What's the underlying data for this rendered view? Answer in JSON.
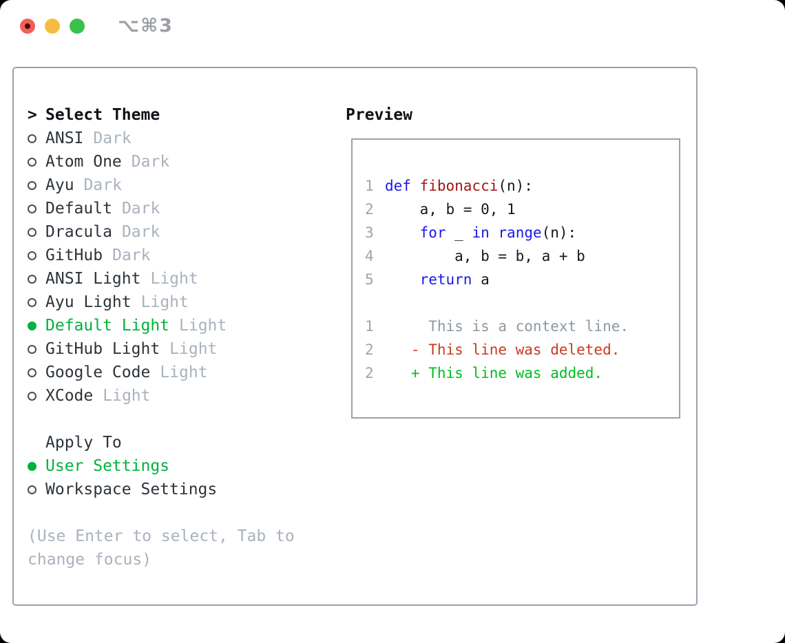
{
  "titlebar": {
    "shortcut": "⌥⌘3"
  },
  "theme_panel": {
    "prompt": ">",
    "title": "Select Theme",
    "items": [
      {
        "label": "ANSI",
        "variant": "Dark",
        "selected": false
      },
      {
        "label": "Atom One",
        "variant": "Dark",
        "selected": false
      },
      {
        "label": "Ayu",
        "variant": "Dark",
        "selected": false
      },
      {
        "label": "Default",
        "variant": "Dark",
        "selected": false
      },
      {
        "label": "Dracula",
        "variant": "Dark",
        "selected": false
      },
      {
        "label": "GitHub",
        "variant": "Dark",
        "selected": false
      },
      {
        "label": "ANSI Light",
        "variant": "Light",
        "selected": false
      },
      {
        "label": "Ayu Light",
        "variant": "Light",
        "selected": false
      },
      {
        "label": "Default Light",
        "variant": "Light",
        "selected": true
      },
      {
        "label": "GitHub Light",
        "variant": "Light",
        "selected": false
      },
      {
        "label": "Google Code",
        "variant": "Light",
        "selected": false
      },
      {
        "label": "XCode",
        "variant": "Light",
        "selected": false
      }
    ],
    "apply_to": {
      "title": "Apply To",
      "options": [
        {
          "label": "User Settings",
          "selected": true
        },
        {
          "label": "Workspace Settings",
          "selected": false
        }
      ]
    },
    "hint": [
      "(Use Enter to select, Tab to",
      "change focus)"
    ]
  },
  "preview_panel": {
    "title": "Preview",
    "lines": [
      {
        "num": "1",
        "segs": [
          [
            "keyword",
            "def "
          ],
          [
            "function",
            "fibonacci"
          ],
          [
            "plain",
            "(n):"
          ]
        ]
      },
      {
        "num": "2",
        "segs": [
          [
            "plain",
            "    a, b = 0, 1"
          ]
        ]
      },
      {
        "num": "3",
        "segs": [
          [
            "plain",
            "    "
          ],
          [
            "keyword",
            "for"
          ],
          [
            "plain",
            " _ "
          ],
          [
            "keyword",
            "in"
          ],
          [
            "plain",
            " "
          ],
          [
            "keyword",
            "range"
          ],
          [
            "plain",
            "(n):"
          ]
        ]
      },
      {
        "num": "4",
        "segs": [
          [
            "plain",
            "        a, b = b, a + b"
          ]
        ]
      },
      {
        "num": "5",
        "segs": [
          [
            "plain",
            "    "
          ],
          [
            "keyword",
            "return"
          ],
          [
            "plain",
            " a"
          ]
        ]
      },
      {
        "num": "",
        "segs": []
      },
      {
        "num": "1",
        "segs": [
          [
            "context",
            "     This is a context line."
          ]
        ]
      },
      {
        "num": "2",
        "segs": [
          [
            "deleted",
            "   - This line was deleted."
          ]
        ]
      },
      {
        "num": "2",
        "segs": [
          [
            "added",
            "   + This line was added."
          ]
        ]
      }
    ]
  },
  "colors": {
    "accent_green": "#00b23c",
    "diff_added_green": "#00bd1f",
    "diff_deleted_red": "#c93a20",
    "keyword_blue": "#1a18e8",
    "function_dark_red": "#a31515",
    "muted_gray": "#a9b2bd",
    "line_number_gray": "#9aa4b0",
    "border_gray": "#99a2ac",
    "traffic_red": "#f15f56",
    "traffic_yellow": "#f5bd40",
    "traffic_green": "#38c24a"
  }
}
